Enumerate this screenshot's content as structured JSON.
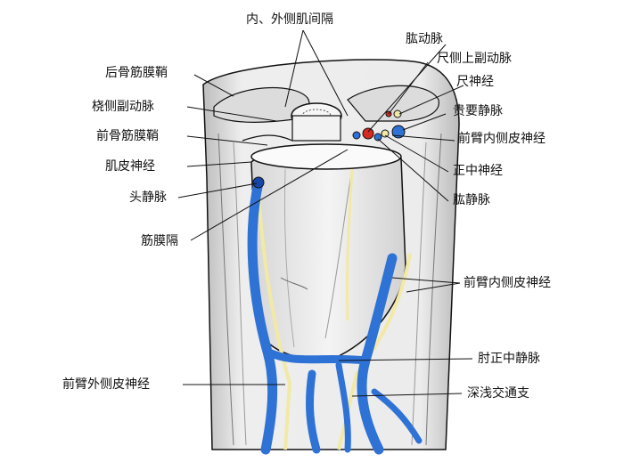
{
  "labels": {
    "intermuscular_septa": "内、外侧肌间隔",
    "brachial_artery": "肱动脉",
    "superior_ulnar_collateral_artery": "尺侧上副动脉",
    "ulnar_nerve": "尺神经",
    "basilic_vein_upper": "贵要静脉",
    "medial_antebrachial_cutaneous_nerve_upper": "前臂内侧皮神经",
    "median_nerve": "正中神经",
    "brachial_veins": "肱静脉",
    "posterior_osteofascial_sheath": "后骨筋膜鞘",
    "radial_collateral_artery": "桡侧副动脉",
    "anterior_osteofascial_sheath": "前骨筋膜鞘",
    "musculocutaneous_nerve": "肌皮神经",
    "cephalic_vein": "头静脉",
    "fascial_septum": "筋膜隔",
    "medial_antebrachial_cutaneous_nerve_lower": "前臂内侧皮神经",
    "median_cubital_vein": "肘正中静脉",
    "lateral_antebrachial_cutaneous_nerve": "前臂外侧皮神经",
    "deep_superficial_communicating_branch": "深浅交通支"
  },
  "colors": {
    "vein": "#2f72d6",
    "vein_dark": "#1447a8",
    "artery": "#d42a1f",
    "nerve": "#f2e9a6",
    "line": "#111111",
    "tissue": "#e9e9e9"
  }
}
